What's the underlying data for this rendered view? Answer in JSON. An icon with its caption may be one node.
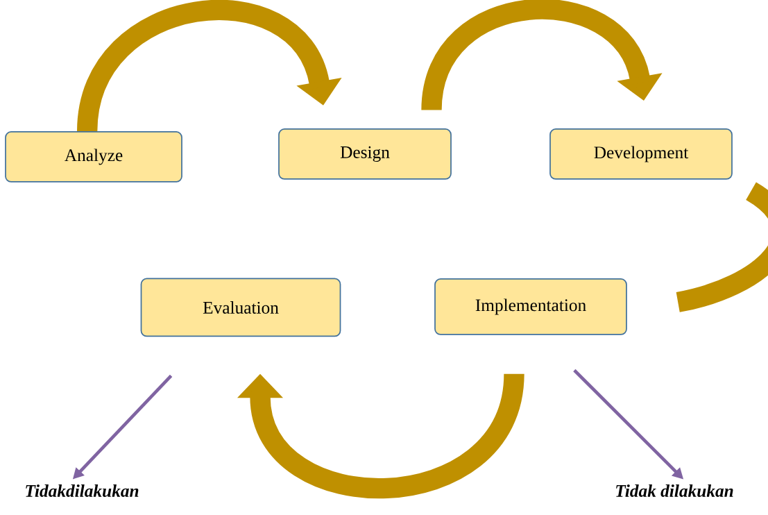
{
  "diagram": {
    "nodes": [
      {
        "text": [
          "Analyze"
        ]
      },
      {
        "text": [
          "Design"
        ]
      },
      {
        "text": [
          "Development"
        ]
      },
      {
        "text": [
          "Evaluation"
        ]
      },
      {
        "text": [
          "Implementation"
        ]
      },
      {
        "text": [
          "Tidakdilakukan"
        ]
      },
      {
        "text": [
          "Tidak dilakukan"
        ]
      }
    ],
    "edges": [
      {
        "from": 0,
        "to": 1,
        "arrow": "to"
      },
      {
        "from": 1,
        "to": 2,
        "arrow": "to"
      },
      {
        "from": 2,
        "to": 4,
        "arrow": "none"
      },
      {
        "from": 4,
        "to": 3,
        "arrow": "to"
      },
      {
        "from": 3,
        "to": 5,
        "arrow": "to",
        "color": "#8064a2"
      },
      {
        "from": 4,
        "to": 6,
        "arrow": "to",
        "color": "#8064a2"
      }
    ]
  }
}
